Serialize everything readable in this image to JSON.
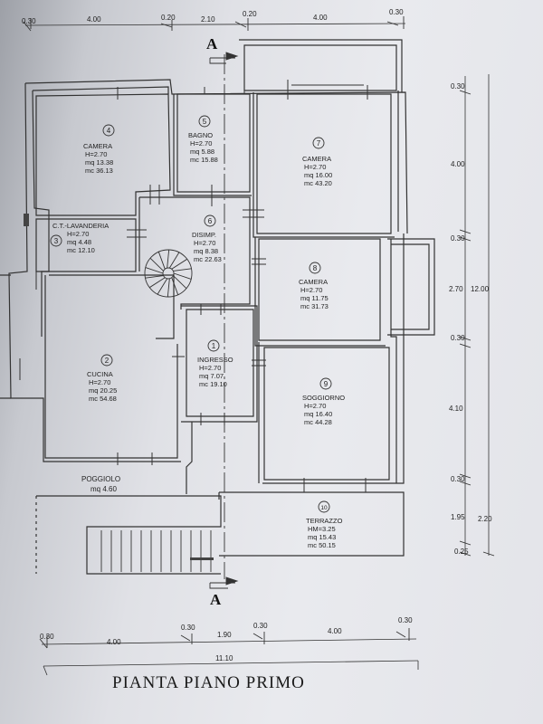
{
  "drawing": {
    "title": "PIANTA PIANO PRIMO",
    "section_marker_top": "A",
    "section_marker_bottom": "A"
  },
  "rooms": [
    {
      "number": "4",
      "name": "CAMERA",
      "height": "H=2.70",
      "area": "mq  13.38",
      "volume": "mc  36.13"
    },
    {
      "number": "5",
      "name": "BAGNO",
      "height": "H=2.70",
      "area": "mq  5.88",
      "volume": "mc  15.88"
    },
    {
      "number": "7",
      "name": "CAMERA",
      "height": "H=2.70",
      "area": "mq  16.00",
      "volume": "mc  43.20"
    },
    {
      "number": "6",
      "name": "DISIMP.",
      "height": "H=2.70",
      "area": "mq  8.38",
      "volume": "mc  22.63"
    },
    {
      "number": "3",
      "name": "C.T.-LAVANDERIA",
      "height": "H=2.70",
      "area": "mq  4.48",
      "volume": "mc  12.10"
    },
    {
      "number": "8",
      "name": "CAMERA",
      "height": "H=2.70",
      "area": "mq  11.75",
      "volume": "mc  31.73"
    },
    {
      "number": "2",
      "name": "CUCINA",
      "height": "H=2.70",
      "area": "mq  20.25",
      "volume": "mc  54.68"
    },
    {
      "number": "1",
      "name": "INGRESSO",
      "height": "H=2.70",
      "area": "mq  7.07",
      "volume": "mc  19.10"
    },
    {
      "number": "9",
      "name": "SOGGIORNO",
      "height": "H=2.70",
      "area": "mq  16.40",
      "volume": "mc  44.28"
    },
    {
      "number": "10",
      "name": "TERRAZZO",
      "height": "HM=3.25",
      "area": "mq  15.43",
      "volume": "mc  50.15"
    }
  ],
  "poggiolo": {
    "name": "POGGIOLO",
    "area": "mq  4.60"
  },
  "dimensions": {
    "top": [
      "0.30",
      "4.00",
      "0.20",
      "2.10",
      "0.20",
      "4.00",
      "0.30"
    ],
    "right": [
      "0.30",
      "4.00",
      "0.30",
      "2.70",
      "0.30",
      "4.10",
      "0.30",
      "1.95",
      "0.25"
    ],
    "right_partial": "2.20",
    "right_total": "12.00",
    "bottom": [
      "0.30",
      "4.00",
      "0.30",
      "1.90",
      "0.30",
      "4.00",
      "0.30"
    ],
    "bottom_total": "11.10"
  }
}
